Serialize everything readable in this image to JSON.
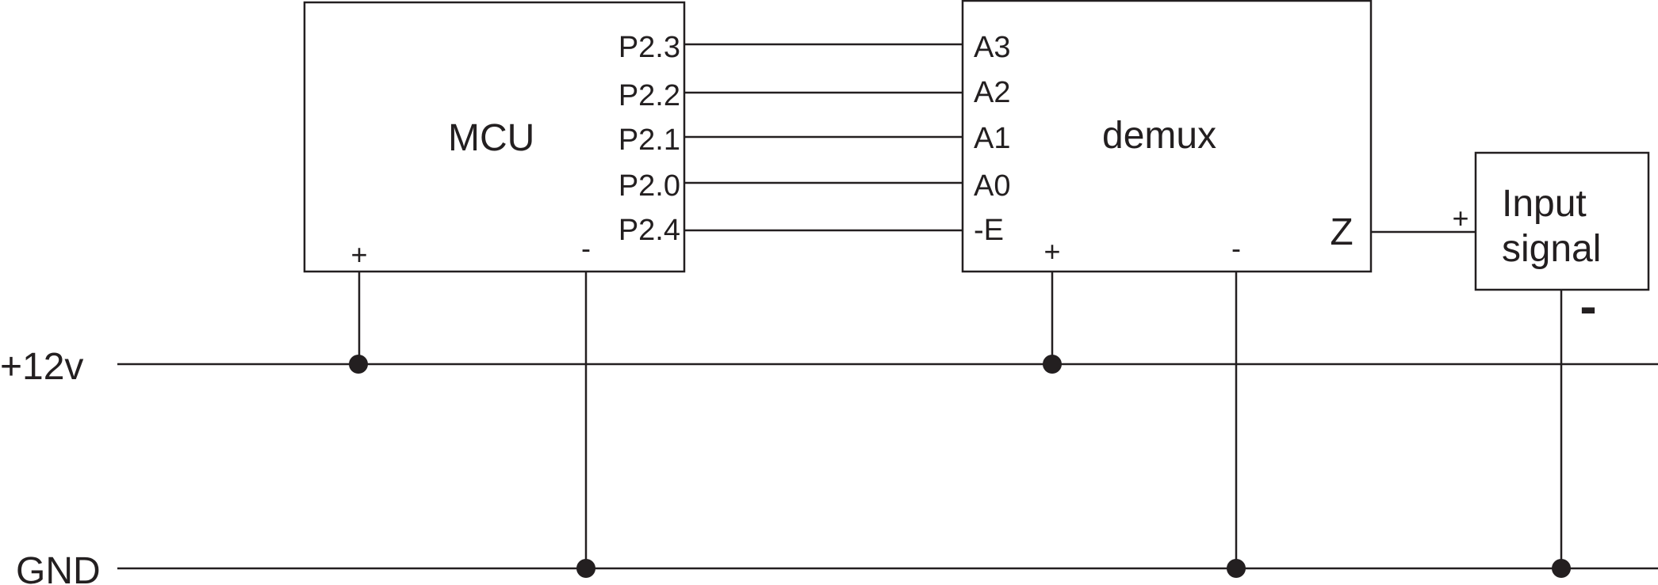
{
  "mcu": {
    "label": "MCU",
    "pins": [
      "P2.3",
      "P2.2",
      "P2.1",
      "P2.0",
      "P2.4"
    ],
    "plus": "+",
    "minus": "-"
  },
  "demux": {
    "label": "demux",
    "pins": [
      "A3",
      "A2",
      "A1",
      "A0",
      "-E"
    ],
    "output": "Z",
    "plus": "+",
    "minus": "-"
  },
  "input_signal": {
    "label_line1": "Input",
    "label_line2": "signal",
    "plus": "+",
    "minus": "-"
  },
  "rails": {
    "supply": "+12v",
    "ground": "GND"
  },
  "colors": {
    "ink": "#231f20",
    "background": "#ffffff"
  }
}
